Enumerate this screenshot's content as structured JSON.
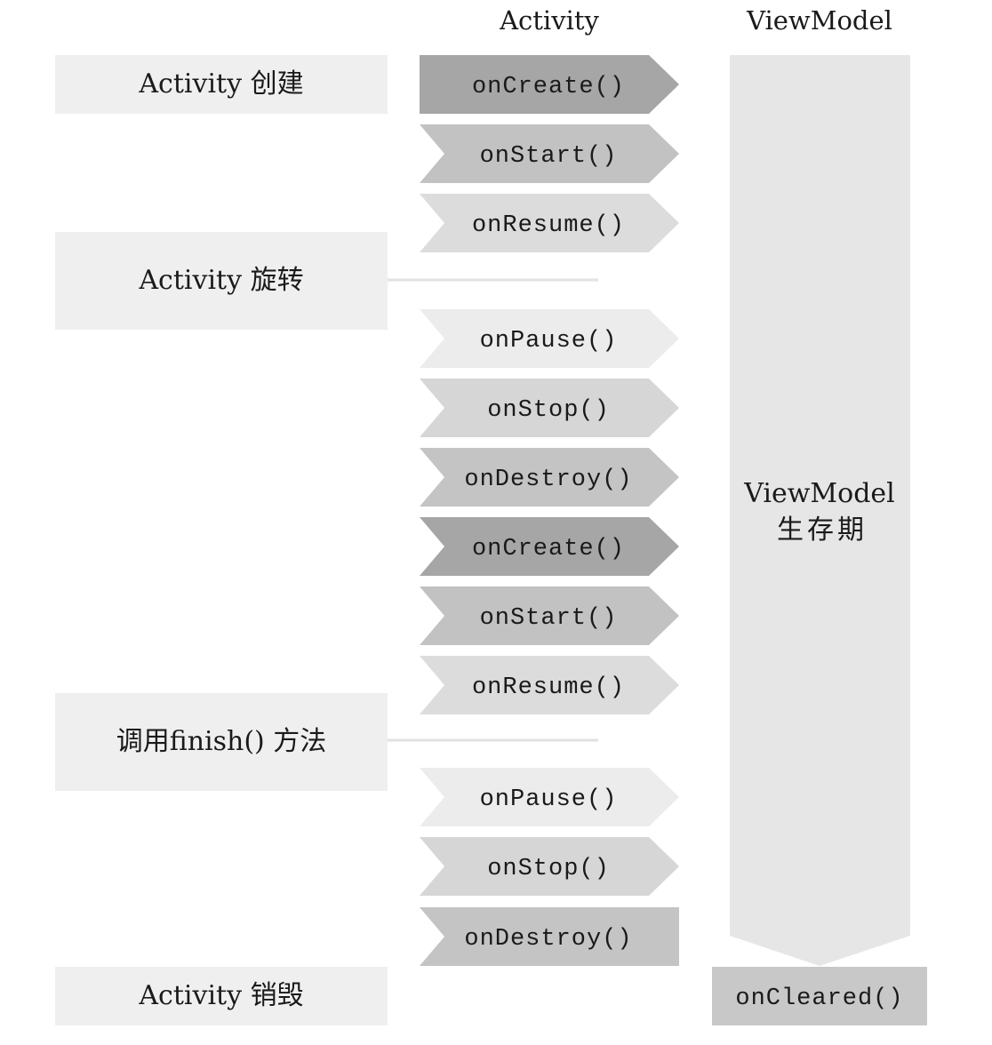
{
  "headers": {
    "activity": "Activity",
    "viewmodel": "ViewModel"
  },
  "events": [
    {
      "label": "Activity 创建"
    },
    {
      "label": "Activity 旋转"
    },
    {
      "label": "调用finish() 方法"
    },
    {
      "label": "Activity 销毁"
    }
  ],
  "callbacks": [
    {
      "label": "onCreate()",
      "color": "#a6a6a6"
    },
    {
      "label": "onStart()",
      "color": "#c2c2c2"
    },
    {
      "label": "onResume()",
      "color": "#dcdcdc"
    },
    {
      "label": "onPause()",
      "color": "#ececec"
    },
    {
      "label": "onStop()",
      "color": "#d6d6d6"
    },
    {
      "label": "onDestroy()",
      "color": "#c4c4c4"
    },
    {
      "label": "onCreate()",
      "color": "#a6a6a6"
    },
    {
      "label": "onStart()",
      "color": "#c2c2c2"
    },
    {
      "label": "onResume()",
      "color": "#dcdcdc"
    },
    {
      "label": "onPause()",
      "color": "#ececec"
    },
    {
      "label": "onStop()",
      "color": "#d6d6d6"
    },
    {
      "label": "onDestroy()",
      "color": "#c4c4c4"
    }
  ],
  "viewmodel": {
    "scope_line1": "ViewModel",
    "scope_line2": "生存期",
    "cleared": "onCleared()",
    "scope_color": "#e6e6e6",
    "cleared_color": "#c8c8c8"
  },
  "colors": {
    "event_box": "#efefef",
    "connector": "#e2e2e2",
    "text": "#1a1a1a"
  }
}
